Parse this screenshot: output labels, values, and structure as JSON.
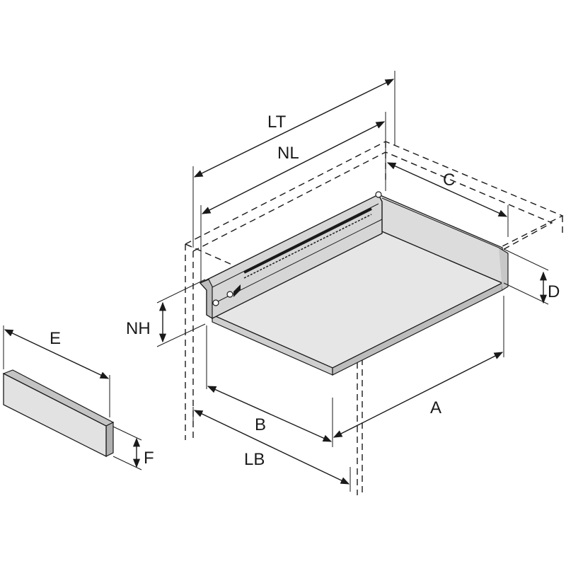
{
  "labels": {
    "lt": "LT",
    "nl": "NL",
    "c": "C",
    "d": "D",
    "nh": "NH",
    "e": "E",
    "f": "F",
    "a": "A",
    "b": "B",
    "lb": "LB"
  },
  "colors": {
    "line": "#1a1a1a",
    "panel_fill": "#dcdcdc",
    "panel_edge": "#b5b5b5",
    "background": "#ffffff"
  }
}
